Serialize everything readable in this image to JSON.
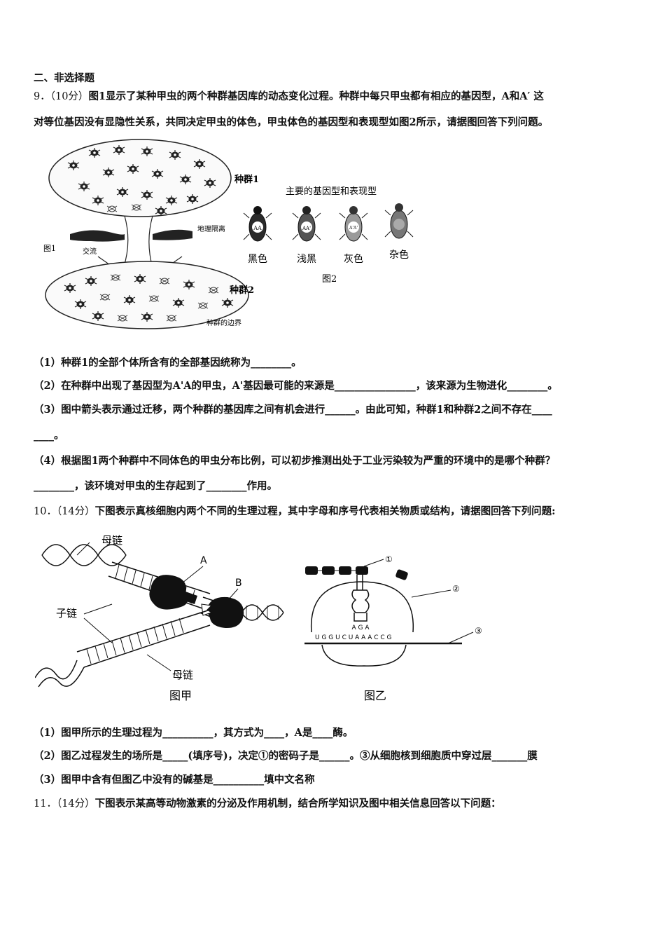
{
  "section_title": "二、非选择题",
  "q9": {
    "number": "9．",
    "score": "（10分）",
    "stem_line1": "图1显示了某种甲虫的两个种群基因库的动态变化过程。种群中每只甲虫都有相应的基因型，A和A′ 这",
    "stem_line2": "对等位基因没有显隐性关系，共同决定甲虫的体色，甲虫体色的基因型和表现型如图2所示，请据图回答下列问题。",
    "figure": {
      "fig1_label": "图1",
      "population1": "种群1",
      "population2": "种群2",
      "exchange": "交流",
      "barrier": "地理隔离",
      "boundary": "种群的边界",
      "fig2_title": "主要的基因型和表现型",
      "fig2_label": "图2",
      "beetles": [
        {
          "genotype": "AA",
          "color_name": "黑色",
          "fill": "#2a2a2a"
        },
        {
          "genotype": "AA'",
          "color_name": "浅黑",
          "fill": "#555555"
        },
        {
          "genotype": "A'A'",
          "color_name": "灰色",
          "fill": "#9a9a9a"
        },
        {
          "genotype": "",
          "color_name": "杂色",
          "fill": "#777777"
        }
      ]
    },
    "sub1": "（1）种群1的全部个体所含有的全部基因统称为________。",
    "sub2": "（2）在种群中出现了基因型为A'A的甲虫，A'基因最可能的来源是________________，该来源为生物进化________。",
    "sub3_line1": "（3）图中箭头表示通过迁移，两个种群的基因库之间有机会进行______。由此可知，种群1和种群2之间不存在____",
    "sub3_line2": "____。",
    "sub4_line1": "（4）根据图1两个种群中不同体色的甲虫分布比例，可以初步推测出处于工业污染较为严重的环境中的是哪个种群？",
    "sub4_line2": "________，该环境对甲虫的生存起到了________作用。"
  },
  "q10": {
    "number": "10．",
    "score": "（14分）",
    "stem": "下图表示真核细胞内两个不同的生理过程，其中字母和序号代表相关物质或结构，请据图回答下列问题:",
    "figure": {
      "mother_strand_top": "母链",
      "mother_strand_bottom": "母链",
      "daughter_strand": "子链",
      "label_a": "A",
      "label_b": "B",
      "fig_jia": "图甲",
      "fig_yi": "图乙",
      "circle1": "①",
      "circle2": "②",
      "circle3": "③",
      "anticodon": "A G A",
      "mrna": "U G G U C U A A A C C G"
    },
    "sub1": "（1）图甲所示的生理过程为__________，其方式为____，A是____酶。",
    "sub2": "（2）图乙过程发生的场所是_____(填序号)，决定①的密码子是______。③从细胞核到细胞质中穿过层_______膜",
    "sub3": "（3）图甲中含有但图乙中没有的碱基是__________填中文名称"
  },
  "q11": {
    "number": "11．",
    "score": "（14分）",
    "stem": "下图表示某高等动物激素的分泌及作用机制，结合所学知识及图中相关信息回答以下问题："
  }
}
